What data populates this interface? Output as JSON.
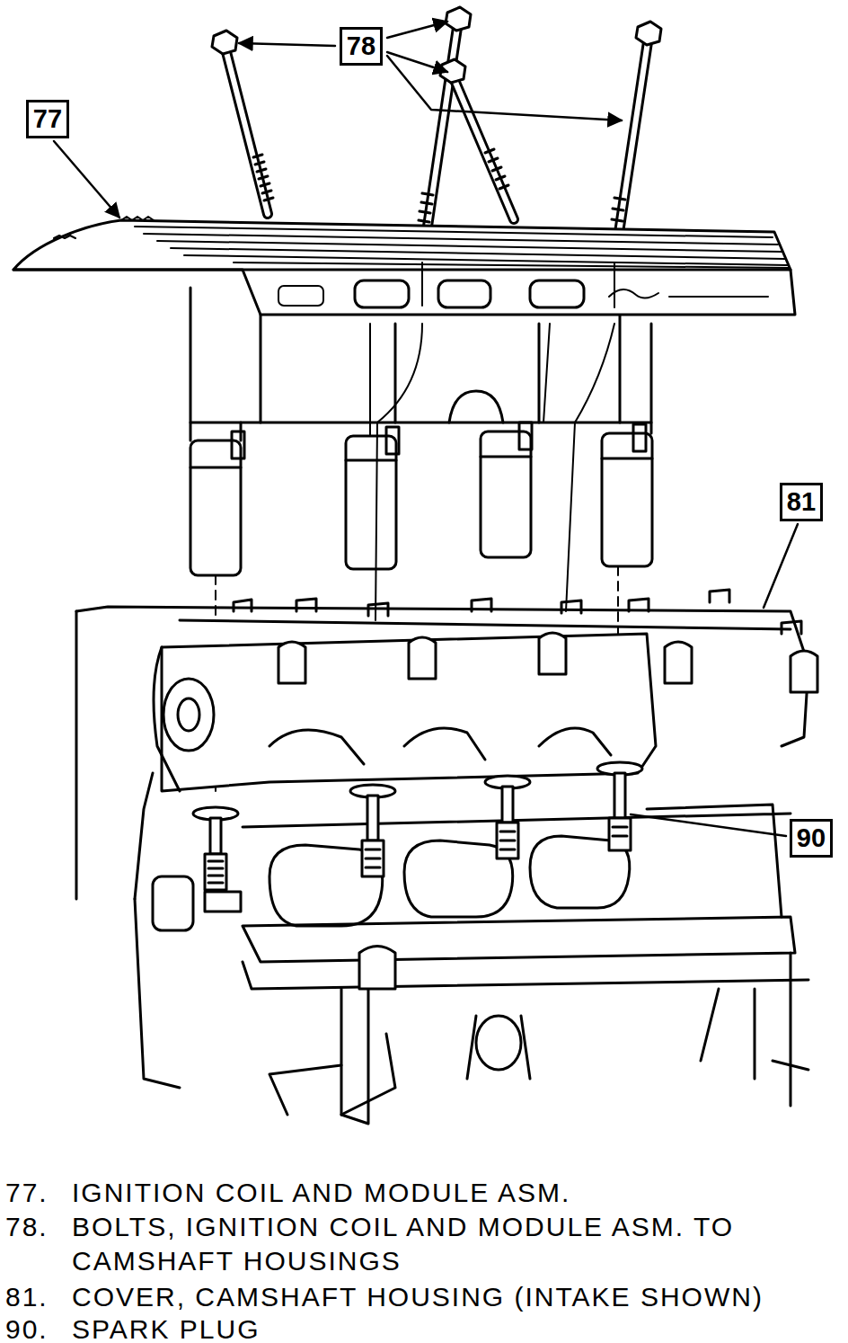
{
  "diagram": {
    "nodes": [
      {
        "text": [
          "78"
        ]
      },
      {
        "text": [
          "77"
        ]
      },
      {
        "text": [
          "81"
        ]
      },
      {
        "text": [
          "90"
        ]
      }
    ],
    "labels": [
      "77.",
      "IGNITION COIL AND MODULE ASM.",
      "78.",
      "BOLTS, IGNITION COIL AND MODULE ASM. TO CAMSHAFT HOUSINGS",
      "81.",
      "COVER, CAMSHAFT HOUSING (INTAKE SHOWN)",
      "90.",
      "SPARK PLUG"
    ]
  }
}
